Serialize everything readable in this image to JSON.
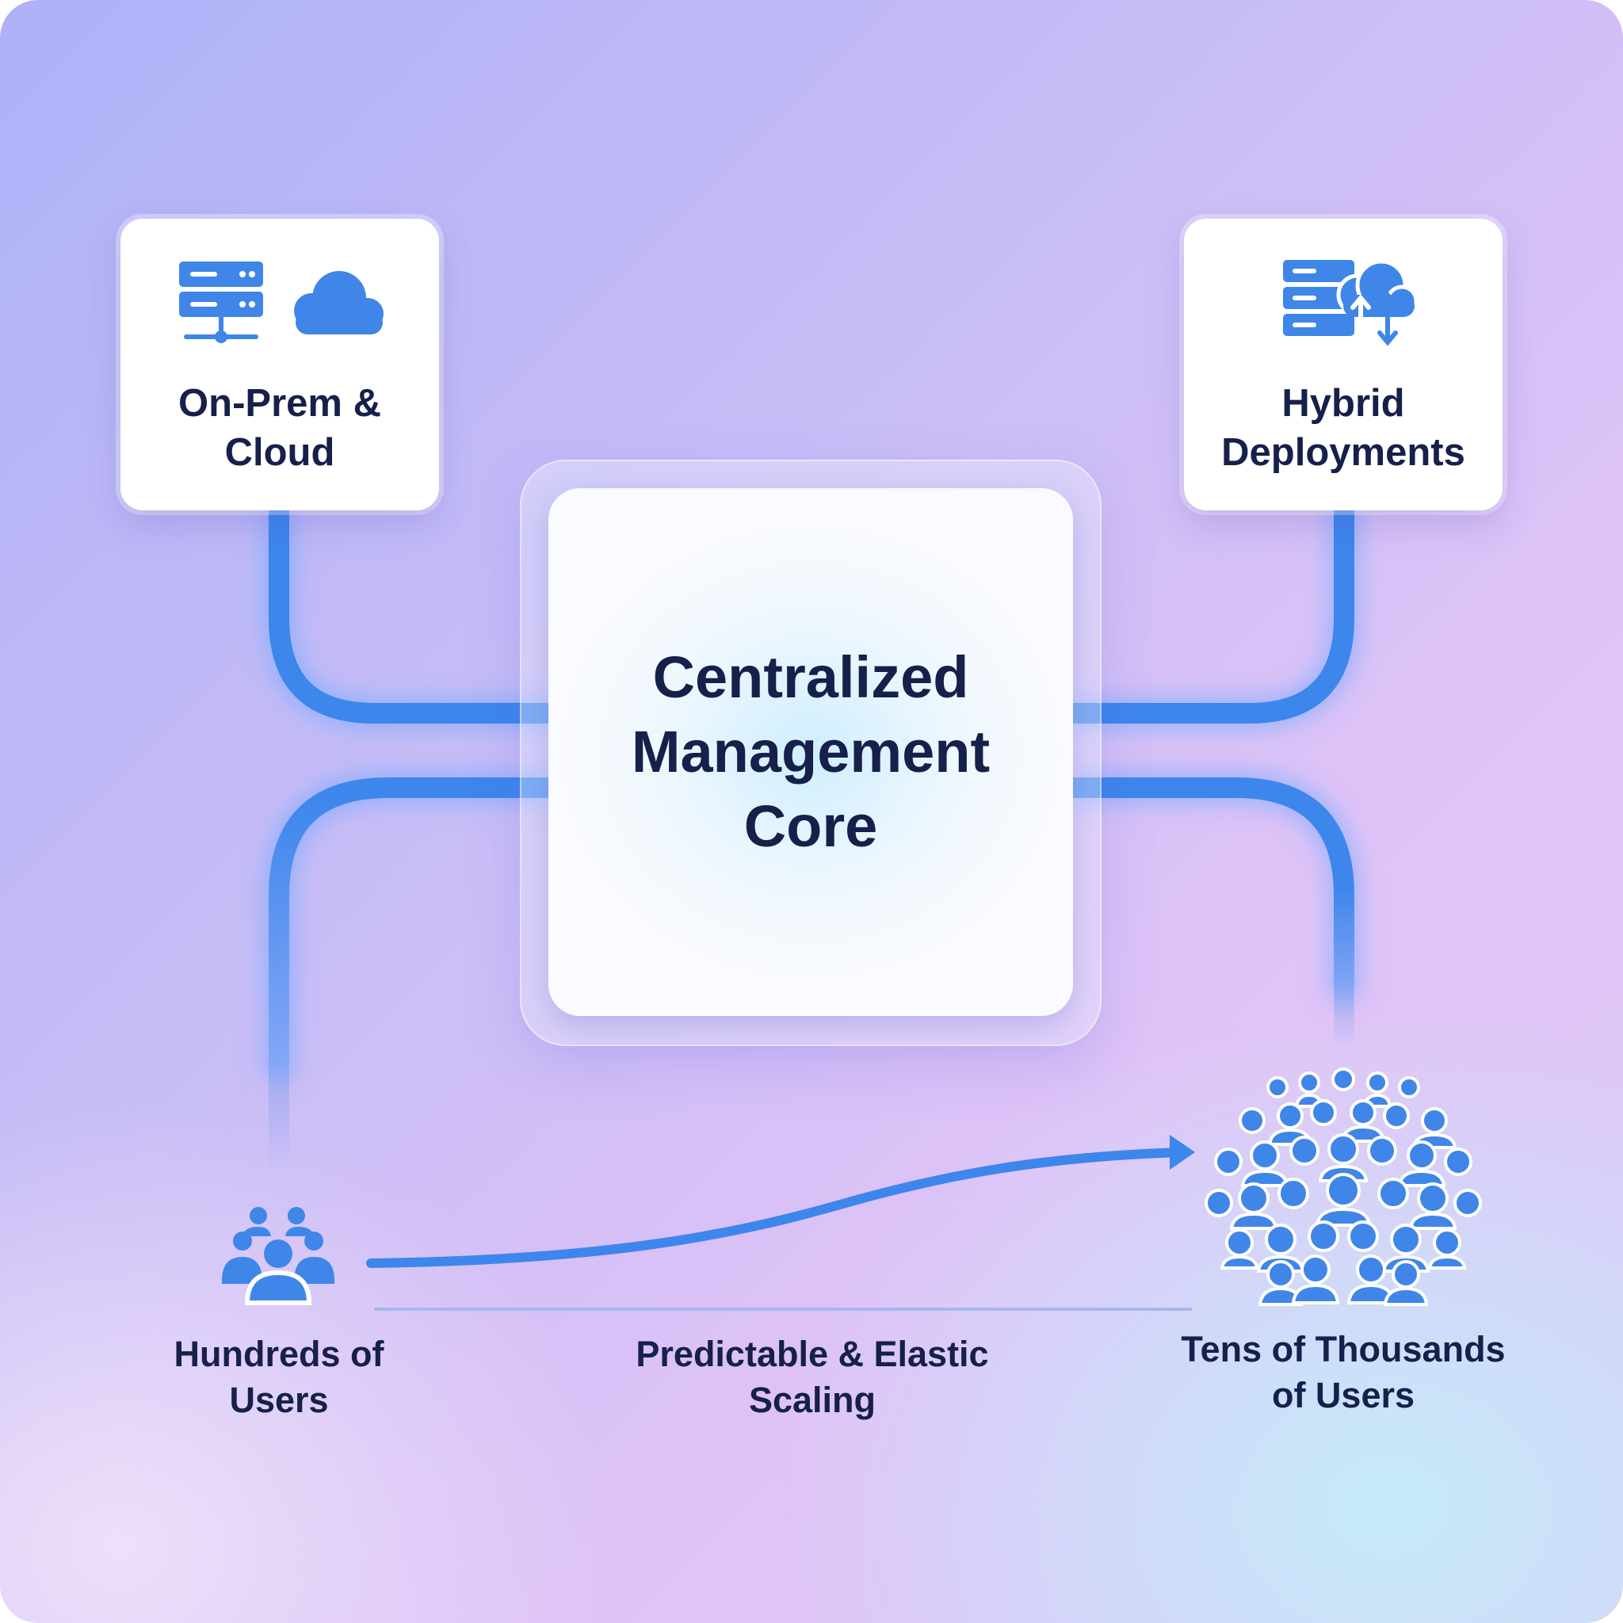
{
  "diagram": {
    "core": {
      "title": "Centralized Management Core"
    },
    "nodes": {
      "onprem": {
        "label": "On-Prem & Cloud",
        "icons": [
          "server-rack-icon",
          "cloud-icon"
        ]
      },
      "hybrid": {
        "label": "Hybrid Deployments",
        "icons": [
          "server-cloud-sync-icon"
        ]
      }
    },
    "scale": {
      "start_label": "Hundreds of Users",
      "middle_label": "Predictable & Elastic Scaling",
      "end_label": "Tens of Thousands of Users",
      "start_icon": "user-group-small-icon",
      "end_icon": "user-crowd-large-icon"
    },
    "colors": {
      "accent": "#3d86ec",
      "icon_blue": "#3f86e8",
      "text_dark": "#16204a",
      "card_bg": "#ffffff"
    }
  }
}
